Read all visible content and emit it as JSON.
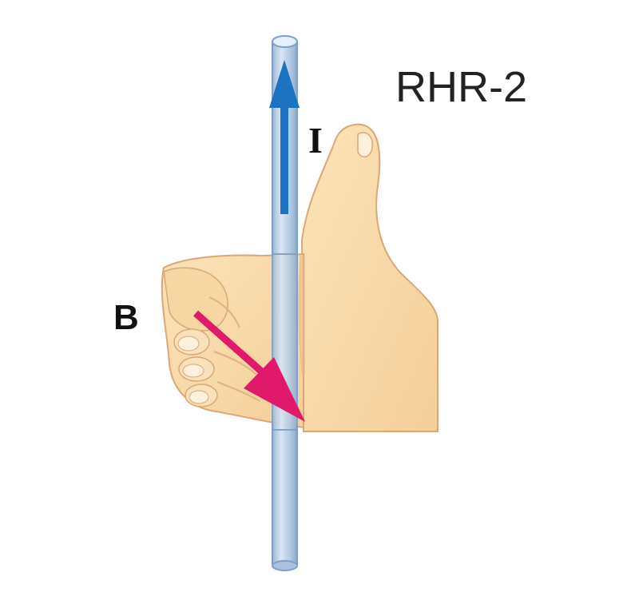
{
  "diagram": {
    "title": "RHR-2",
    "current_label": "I",
    "field_label": "B"
  },
  "colors": {
    "skin": "#f8d9a8",
    "skin_shadow": "#e8b98a",
    "skin_outline": "#d9a877",
    "wire_fill": "#b9cfe6",
    "wire_edge": "#7f9fc5",
    "wire_highlight": "#e6f0fb",
    "current_arrow": "#1e73c0",
    "field_arrow": "#e0196b",
    "text": "#111111"
  }
}
